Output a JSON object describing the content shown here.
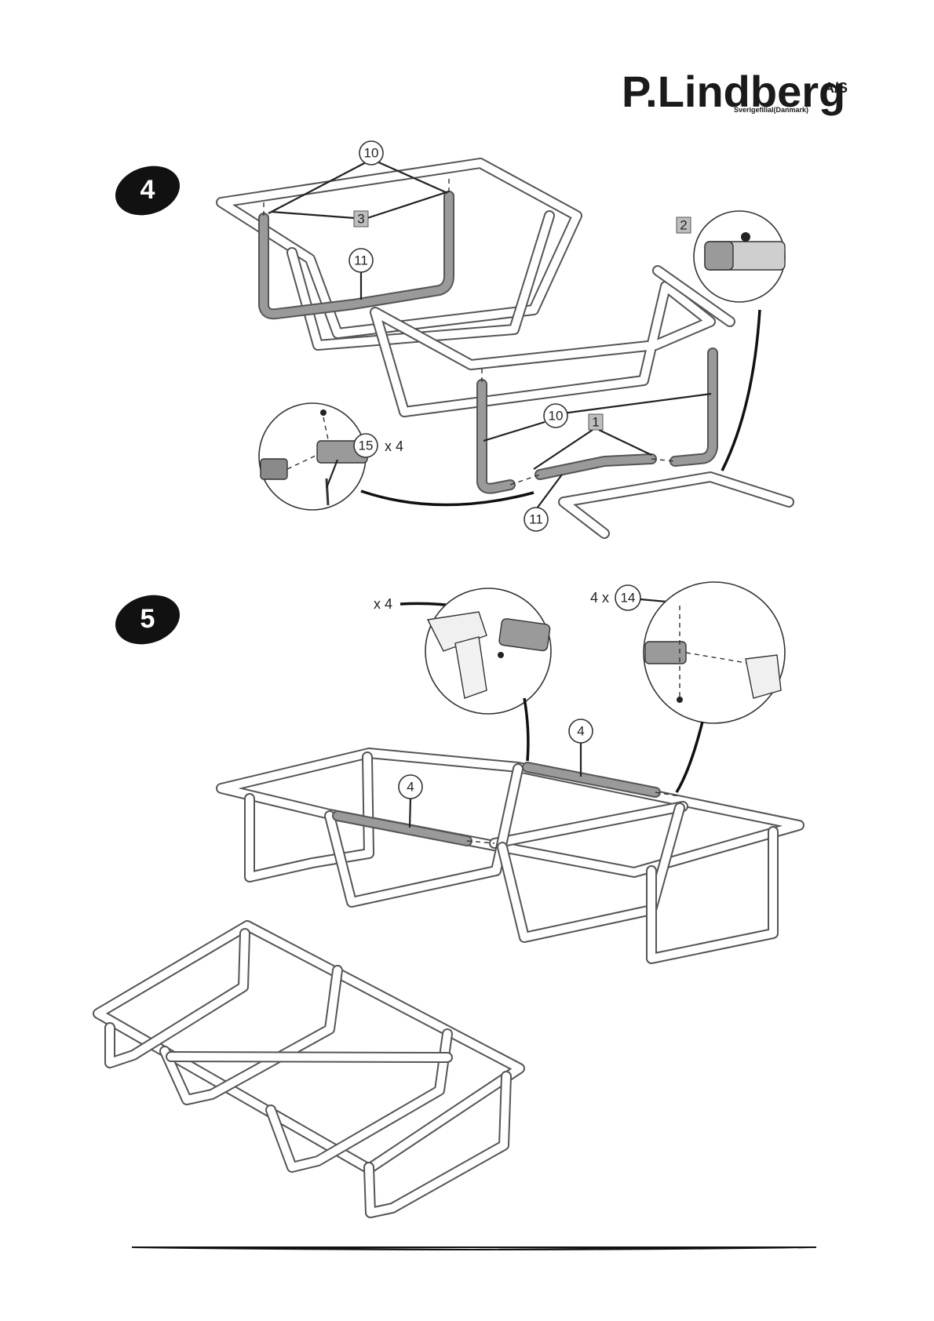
{
  "logo": {
    "name": "P.Lindberg",
    "suffix": "A/S",
    "subtitle": "Sverigefilial(Danmark)"
  },
  "steps": [
    {
      "number": "4",
      "callouts": {
        "top_10": "10",
        "top_3": "3",
        "top_11": "11",
        "right_2": "2",
        "mid_10": "10",
        "mid_1": "1",
        "bottom_11": "11",
        "detail_15": "15",
        "detail_15_qty": "x 4"
      }
    },
    {
      "number": "5",
      "callouts": {
        "detail_left_qty": "x 4",
        "detail_right_prefix": "4 x",
        "detail_right_14": "14",
        "beam_right_4": "4",
        "beam_left_4": "4"
      }
    }
  ],
  "colors": {
    "badge": "#111111",
    "tube_outline": "#555555",
    "tube_grey": "#9a9a9a",
    "footer_rule": "#111111"
  }
}
